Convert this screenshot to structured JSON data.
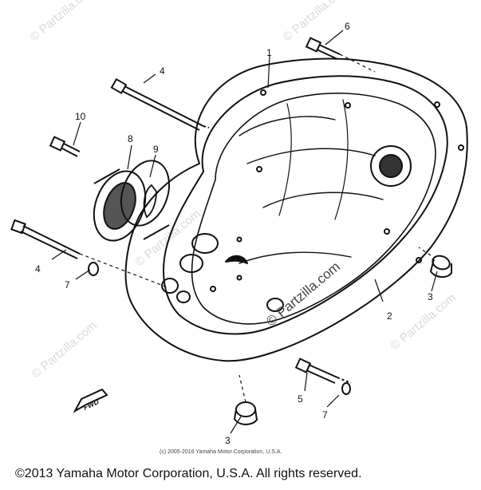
{
  "watermark": "© Partzilla.com",
  "watermark_diagonal": "© Partzilla.com",
  "copyright_small": "(c) 2005-2016 Yamaha Motor Corporation, U.S.A.",
  "copyright_main": "©2013 Yamaha Motor Corporation, U.S.A. All rights reserved.",
  "forward_label": "FWD",
  "callouts": [
    "1",
    "2",
    "3",
    "3",
    "4",
    "4",
    "5",
    "6",
    "7",
    "7",
    "8",
    "9",
    "10"
  ]
}
